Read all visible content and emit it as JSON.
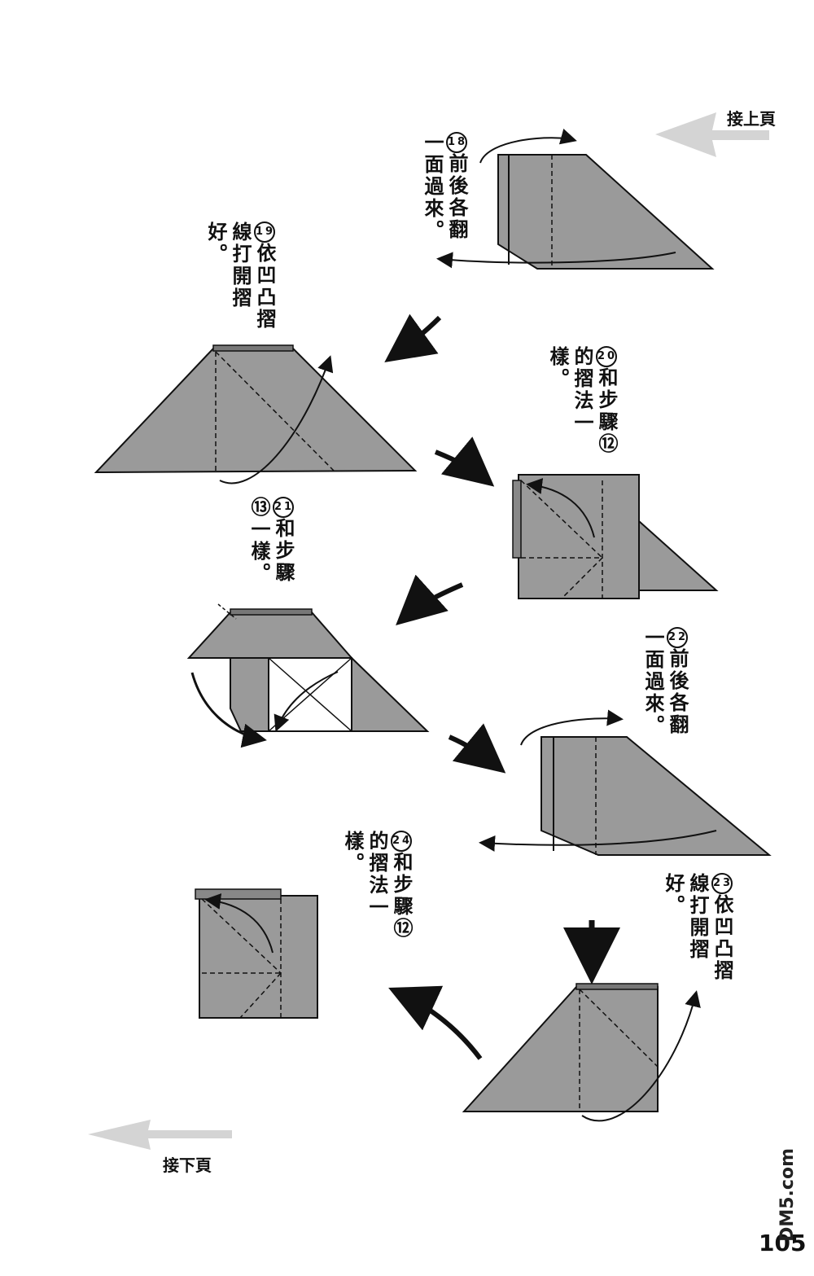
{
  "nav": {
    "continue_from": "接上頁",
    "continue_to": "接下頁"
  },
  "steps": [
    {
      "num": "18",
      "text": "前後各翻一面過來。"
    },
    {
      "num": "19",
      "text": "依凹凸摺線打開摺好。"
    },
    {
      "num": "20",
      "text": "和步驟⑫的摺法一樣。"
    },
    {
      "num": "21",
      "text": "和步驟⑬一樣。"
    },
    {
      "num": "22",
      "text": "前後各翻一面過來。"
    },
    {
      "num": "23",
      "text": "依凹凸摺線打開摺好。"
    },
    {
      "num": "24",
      "text": "和步驟⑫的摺法一樣。"
    }
  ],
  "page_number": "105",
  "watermark": "DM5.com",
  "colors": {
    "paper_fill": "#9a9a9a",
    "line": "#111111",
    "arrow_gray": "#cfcfcf"
  }
}
